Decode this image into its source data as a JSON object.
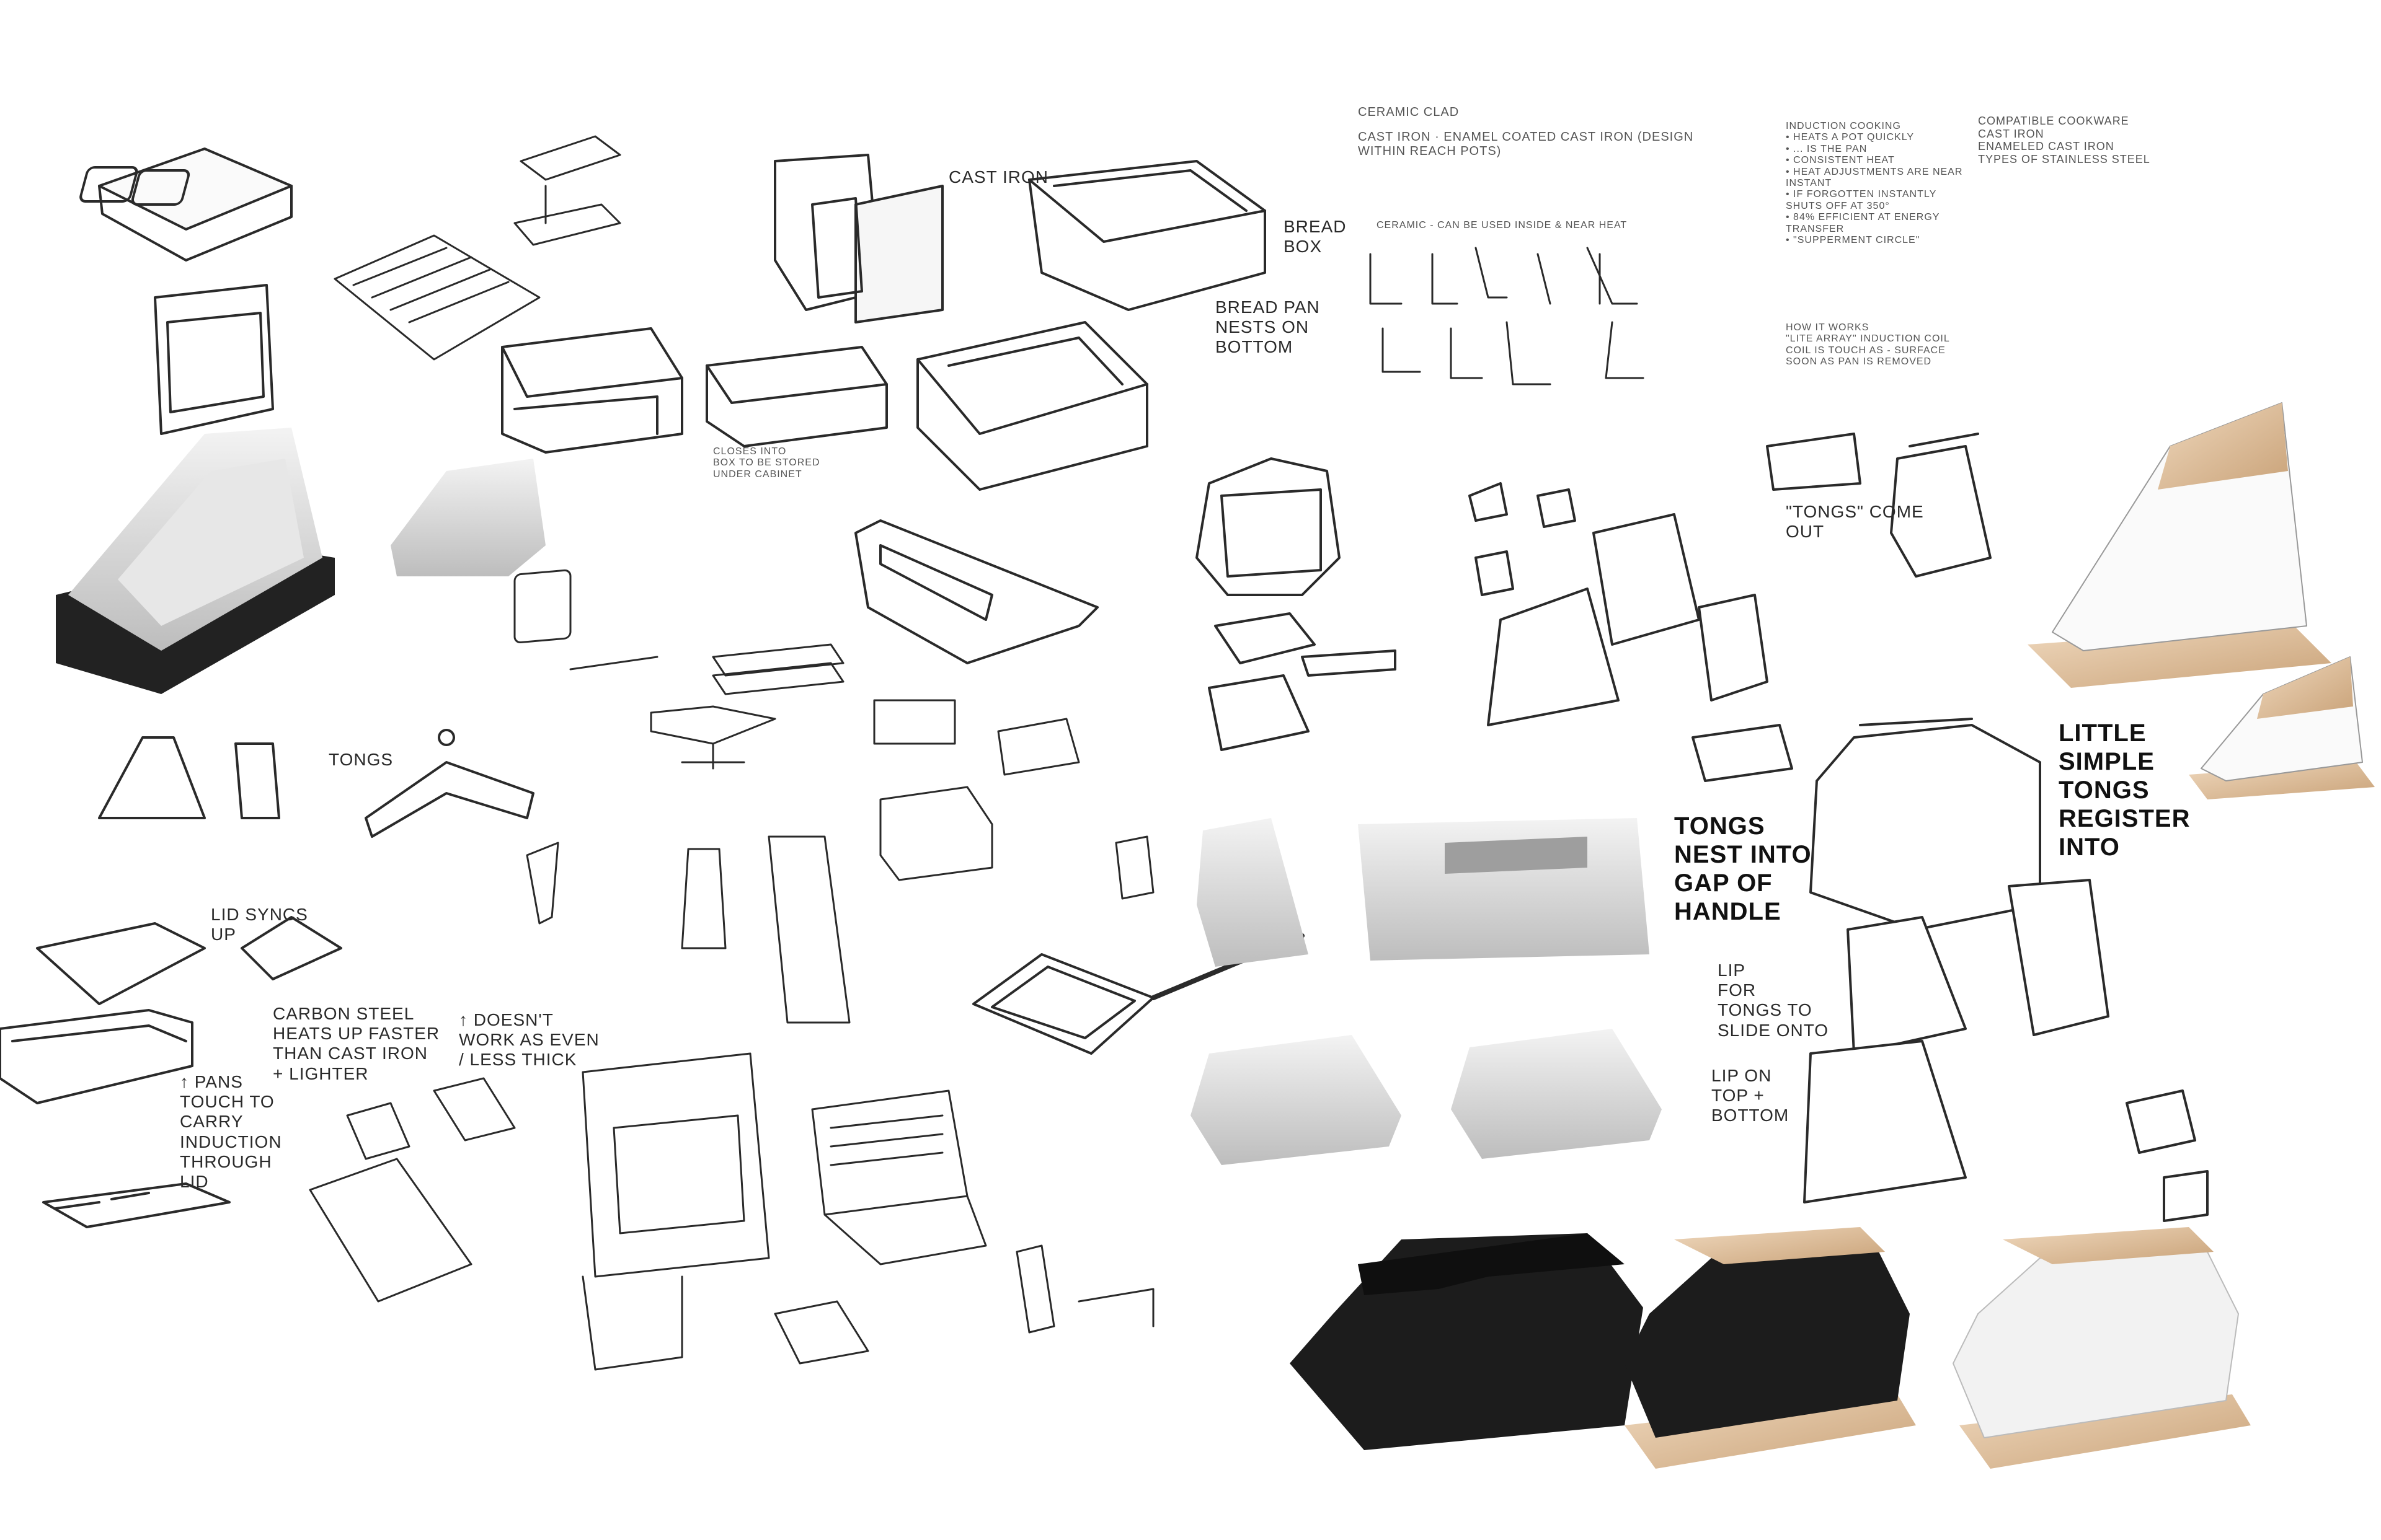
{
  "notes": {
    "cast_iron": "CAST IRON",
    "bread_box": "BREAD\nBOX",
    "bread_pan": "BREAD PAN\nNESTS ON\nBOTTOM",
    "closes_into": "CLOSES INTO\nBOX TO BE STORED\nUNDER CABINET",
    "tongs_small": "TONGS",
    "lid_syncs": "LID SYNCS\nUP",
    "pans": "↑ PANS\nTOUCH TO\nCARRY\nINDUCTION\nTHROUGH\nLID",
    "carbon_steel": "CARBON STEEL\nHEATS UP FASTER\nTHAN CAST IRON\n+ LIGHTER",
    "doesnt": "↑ DOESN'T\nWORK AS EVEN\n/ LESS THICK",
    "ceramic_clad": "CERAMIC CLAD",
    "cast_iron_list": "CAST IRON · ENAMEL COATED CAST IRON (DESIGN WITHIN REACH POTS)",
    "ceramic_line": "CERAMIC - CAN BE USED INSIDE & NEAR HEAT",
    "induction": "INDUCTION COOKING\n• HEATS A POT QUICKLY\n• ... IS THE PAN\n• CONSISTENT HEAT\n• HEAT ADJUSTMENTS ARE NEAR INSTANT\n• IF FORGOTTEN INSTANTLY SHUTS OFF AT 350°\n• 84% EFFICIENT AT ENERGY TRANSFER\n• \"SUPPERMENT CIRCLE\"",
    "how_it_works": "HOW IT WORKS\n\"LITE ARRAY\" INDUCTION COIL\nCOIL IS TOUCH AS - SURFACE\nSOON AS PAN IS REMOVED",
    "compatible": "COMPATIBLE COOKWARE\nCAST IRON\nENAMELED CAST IRON\nTYPES OF STAINLESS STEEL",
    "tongs_come_out": "\"TONGS\" COME\nOUT",
    "little_simple": "LITTLE\nSIMPLE\nTONGS\nREGISTER\nINTO",
    "tongs_nest": "TONGS\nNEST INTO\nGAP OF\nHANDLE",
    "lip_for_tongs": "LIP\nFOR\nTONGS TO\nSLIDE ONTO",
    "lip_on_top": "LIP ON\nTOP +\nBOTTOM"
  },
  "colors": {
    "ink": "#2a2a2a",
    "black_body": "#1c1c1c",
    "wood": "#d8b894",
    "white_body": "#f2f2f2",
    "grey_render": "#bdbdbd"
  }
}
